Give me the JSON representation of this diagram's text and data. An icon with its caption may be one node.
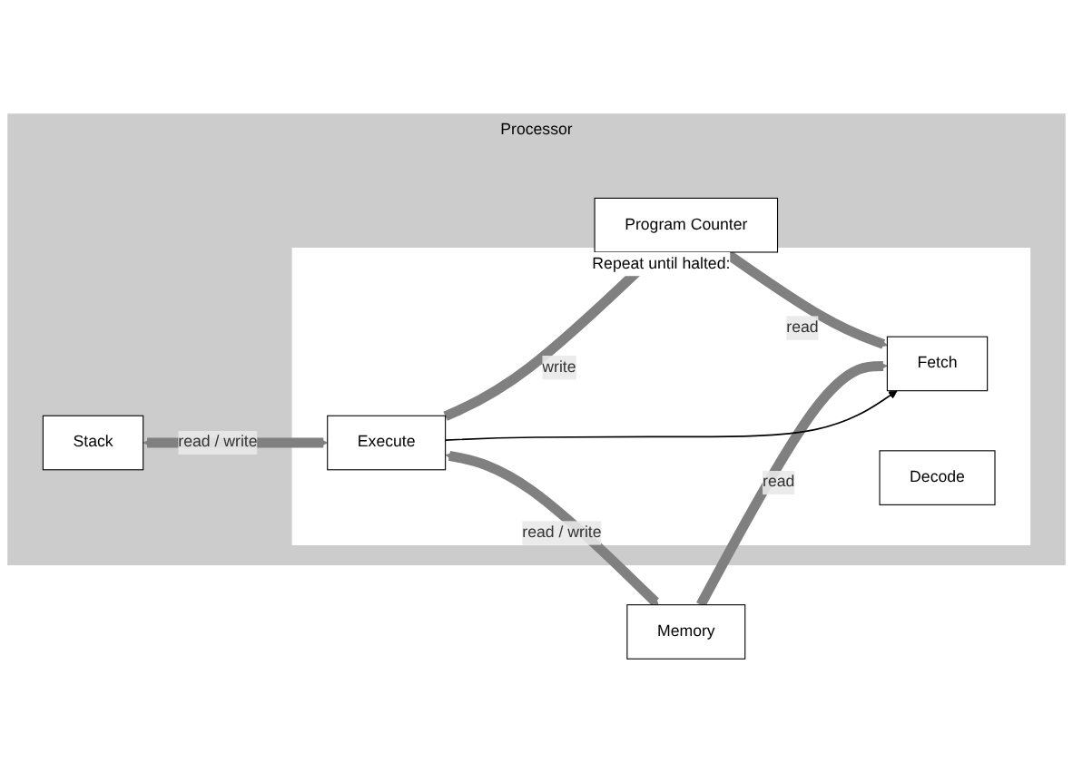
{
  "diagram": {
    "nodes": [
      {
        "text": [
          "Processor"
        ]
      },
      {
        "text": [
          "Repeat until halted:"
        ],
        "in": 0
      },
      {
        "text": [
          "Program Counter"
        ],
        "in": 0
      },
      {
        "text": [
          "Stack"
        ],
        "in": 0
      },
      {
        "text": [
          "Fetch"
        ],
        "in": 1
      },
      {
        "text": [
          "Decode"
        ],
        "in": 1
      },
      {
        "text": [
          "Execute"
        ],
        "in": 1
      },
      {
        "text": [
          "Memory"
        ]
      }
    ],
    "edges": [
      {
        "from": 2,
        "to": 4,
        "arrow": "to",
        "label": "read"
      },
      {
        "from": 7,
        "to": 4,
        "arrow": "to",
        "label": "read"
      },
      {
        "from": 6,
        "to": 2,
        "arrow": "to",
        "label": "write"
      },
      {
        "from": 6,
        "to": 7,
        "arrow": "both",
        "label": "read / write"
      },
      {
        "from": 3,
        "to": 6,
        "arrow": "both",
        "label": "read / write"
      },
      {
        "from": 6,
        "to": 4,
        "arrow": "to",
        "color": "#000000"
      }
    ]
  }
}
